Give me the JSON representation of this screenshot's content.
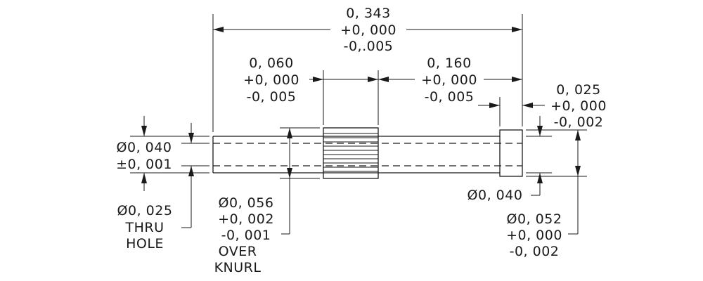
{
  "overall_length": {
    "nominal": "0, 343",
    "plus": "+0, 000",
    "minus": "-0,.005"
  },
  "knurl_width": {
    "nominal": "0, 060",
    "plus": "+0, 000",
    "minus": "-0, 005"
  },
  "shoulder_to_end": {
    "nominal": "0, 160",
    "plus": "+0, 000",
    "minus": "-0, 005"
  },
  "head_width": {
    "nominal": "0, 025",
    "plus": "+0, 000",
    "minus": "-0, 002"
  },
  "shaft_diameter": {
    "nominal": "Ø0, 040",
    "tolerance": "±0, 001"
  },
  "bore": {
    "nominal": "Ø0, 025",
    "line1": "THRU",
    "line2": "HOLE"
  },
  "knurl_diameter": {
    "nominal": "Ø0, 056",
    "plus": "+0, 002",
    "minus": "-0, 001",
    "note1": "OVER",
    "note2": "KNURL"
  },
  "head_diameter": {
    "nominal": "Ø0, 052",
    "plus": "+0, 000",
    "minus": "-0, 002"
  },
  "head_inner_diameter": {
    "nominal": "Ø0, 040"
  }
}
